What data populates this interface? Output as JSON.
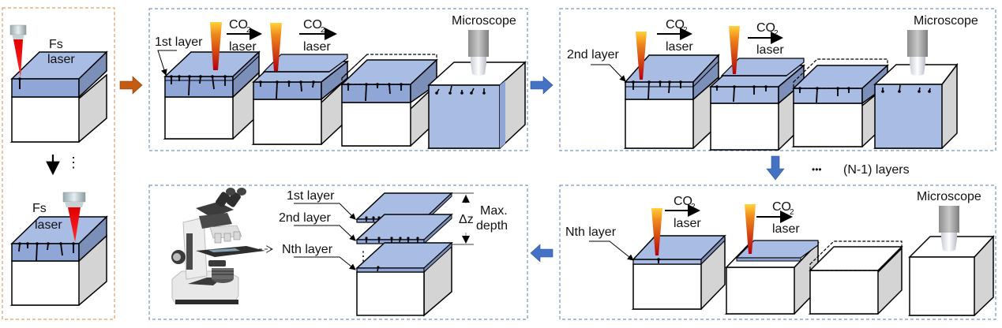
{
  "title": "Layer-by-layer femtosecond laser writing, CO2 laser removal and microscope inspection workflow",
  "colors": {
    "layer_blue": "#a9bce3",
    "layer_blue_dark": "#8fa6d6",
    "layer_side": "#7b8fb8",
    "body_side": "#d4d4d4",
    "orange_panel_border": "#d08a4a",
    "blue_panel_border": "#5a7bb0",
    "orange_arrow": "#c55a11",
    "blue_arrow": "#4472c4"
  },
  "panel_fs": {
    "label_top_line1": "Fs",
    "label_top_line2": "laser",
    "label_bottom_line1": "Fs",
    "label_bottom_line2": "laser",
    "ellipsis": "⋮"
  },
  "panel_layer1": {
    "layer_label": "1st layer",
    "co2_a": "CO",
    "co2_a_sub": "2",
    "laser_a": "laser",
    "co2_b": "CO",
    "co2_b_sub": "2",
    "laser_b": "laser",
    "microscope": "Microscope"
  },
  "panel_layer2": {
    "layer_label": "2nd layer",
    "co2_a": "CO",
    "co2_a_sub": "2",
    "laser_a": "laser",
    "co2_b": "CO",
    "co2_b_sub": "2",
    "laser_b": "laser",
    "microscope": "Microscope"
  },
  "between": {
    "dots": "•••",
    "n_minus_1": "(N-1) layers"
  },
  "panel_layerN": {
    "layer_label": "Nth layer",
    "co2_a": "CO",
    "co2_a_sub": "2",
    "laser_a": "laser",
    "co2_b": "CO",
    "co2_b_sub": "2",
    "laser_b": "laser",
    "microscope": "Microscope"
  },
  "panel_result": {
    "label_1st": "1st layer",
    "label_2nd": "2nd layer",
    "label_nth": "Nth layer",
    "delta_z": "Δz",
    "max_line1": "Max.",
    "max_line2": "depth",
    "vdots": "⋮"
  }
}
